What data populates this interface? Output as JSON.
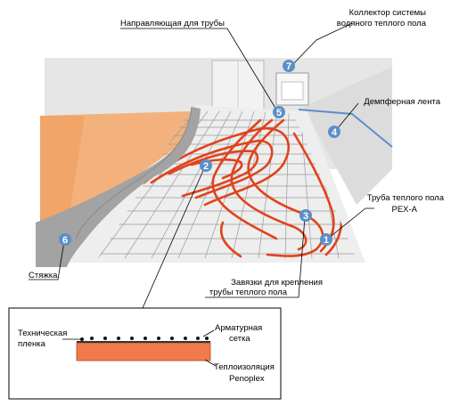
{
  "labels": {
    "collector": [
      "Коллектор системы",
      "водяного теплого пола"
    ],
    "pipe_guide": "Направляющая для трубы",
    "damper_tape": "Демпферная лента",
    "pipe": [
      "Труба теплого пола",
      "PEX-A"
    ],
    "ties": [
      "Завязки для крепления",
      "трубы теплого пола"
    ],
    "screed": "Стяжка"
  },
  "markers": [
    "1",
    "2",
    "3",
    "4",
    "5",
    "6",
    "7"
  ],
  "section": {
    "technical_film": [
      "Техническая",
      "пленка"
    ],
    "mesh": [
      "Арматурная",
      "сетка"
    ],
    "insulation": [
      "Теплоизоляция",
      "Penoplex"
    ]
  },
  "colors": {
    "pipe": "#e0431c",
    "marker": "#5b8fc8",
    "screed": "#a3a3a3",
    "insulation": "#f0b07a",
    "room_bg": "#e8e8e8",
    "insulation_board": "#f07a4a"
  }
}
